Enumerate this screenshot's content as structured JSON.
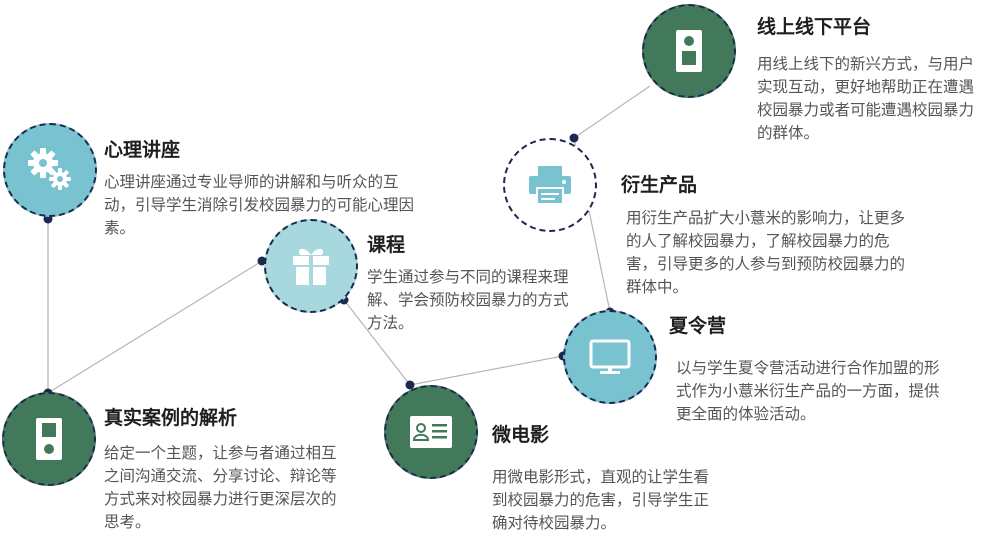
{
  "colors": {
    "teal_light": "#79c2cf",
    "teal_pale": "#a6d8de",
    "green_dark": "#41795a",
    "node_border": "#1b2a4e",
    "connector": "#b5b5b5",
    "dot": "#1b2a4e",
    "title": "#1e1e1e",
    "text": "#555555"
  },
  "nodes": {
    "psych": {
      "icon": "gears-icon",
      "title": "心理讲座",
      "desc": "心理讲座通过专业导师的讲解和与听众的互动，引导学生消除引发校园暴力的可能心理因素。"
    },
    "course": {
      "icon": "gift-box-icon",
      "title": "课程",
      "desc": "学生通过参与不同的课程来理解、学会预防校园暴力的方式方法。"
    },
    "case": {
      "icon": "device-icon",
      "title": "真实案例的解析",
      "desc": "给定一个主题，让参与者通过相互之间沟通交流、分享讨论、辩论等方式来对校园暴力进行更深层次的思考。"
    },
    "film": {
      "icon": "id-card-icon",
      "title": "微电影",
      "desc": "用微电影形式，直观的让学生看到校园暴力的危害，引导学生正确对待校园暴力。"
    },
    "camp": {
      "icon": "monitor-icon",
      "title": "夏令营",
      "desc": "以与学生夏令营活动进行合作加盟的形式作为小薏米衍生产品的一方面，提供更全面的体验活动。"
    },
    "product": {
      "icon": "printer-icon",
      "title": "衍生产品",
      "desc": "用衍生产品扩大小薏米的影响力，让更多的人了解校园暴力，了解校园暴力的危害，引导更多的人参与到预防校园暴力的群体中。"
    },
    "online": {
      "icon": "device-icon",
      "title": "线上线下平台",
      "desc": "用线上线下的新兴方式，与用户实现互动，更好地帮助正在遭遇校园暴力或者可能遭遇校园暴力的群体。"
    }
  }
}
